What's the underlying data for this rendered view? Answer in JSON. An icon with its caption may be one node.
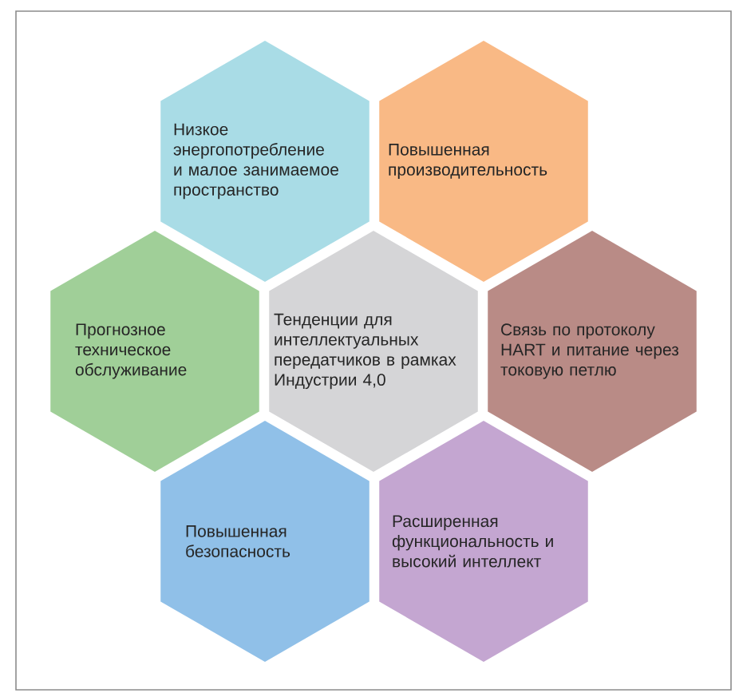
{
  "diagram": {
    "nodes": [
      {
        "text": [
          "Низкое энергопотребление и малое занимаемое пространство"
        ]
      },
      {
        "text": [
          "Повышенная производительность"
        ]
      },
      {
        "text": [
          "Прогнозное техническое обслуживание"
        ]
      },
      {
        "text": [
          "Тенденции для интеллектуальных передатчиков в рамках Индустрии 4,0"
        ]
      },
      {
        "text": [
          "Связь по протоколу HART и питание через токовую петлю"
        ]
      },
      {
        "text": [
          "Повышенная безопасность"
        ]
      },
      {
        "text": [
          "Расширенная функциональность и высокий интеллект"
        ]
      }
    ]
  }
}
